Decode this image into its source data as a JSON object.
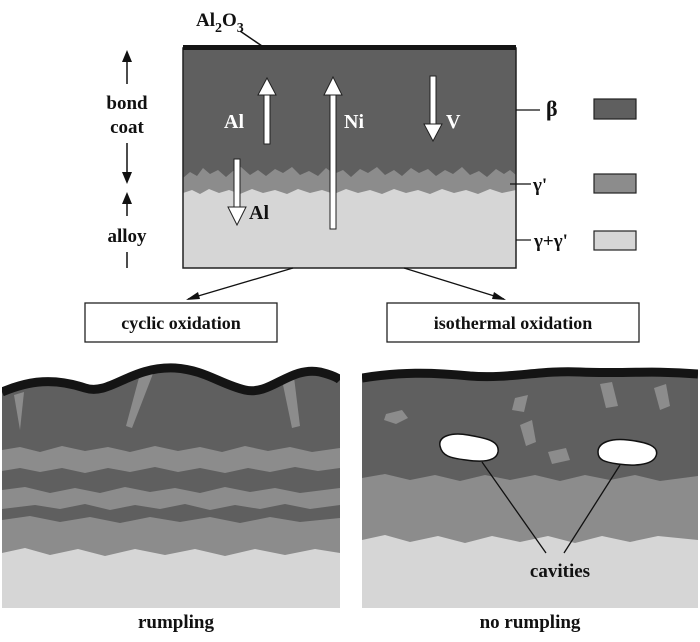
{
  "labels": {
    "oxide_main": "Al",
    "oxide_sub2": "2",
    "oxide_o": "O",
    "oxide_sub3": "3",
    "bond": "bond",
    "coat": "coat",
    "alloy": "alloy",
    "flow_al_up": "Al",
    "flow_ni": "Ni",
    "flow_v": "V",
    "flow_al_down": "Al",
    "legend_beta": "β",
    "legend_gamma_prime": "γ'",
    "legend_gamma_gamma_prime": "γ+γ'",
    "cyclic_oxidation": "cyclic oxidation",
    "isothermal_oxidation": "isothermal oxidation",
    "cavities": "cavities",
    "rumpling": "rumpling",
    "no_rumpling": "no rumpling"
  },
  "colors": {
    "oxide": "#141414",
    "beta": "#5f5f5f",
    "gamma_prime": "#8c8c8c",
    "gamma_gamma_prime": "#d6d6d6",
    "outline": "#222222",
    "cavity": "#ffffff"
  }
}
